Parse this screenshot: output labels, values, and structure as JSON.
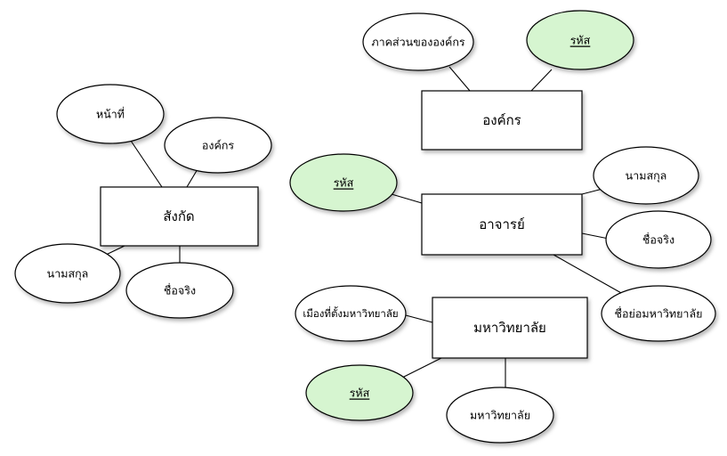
{
  "entities": {
    "sangkat": "สังกัด",
    "ongkorn": "องค์กร",
    "ajarn": "อาจารย์",
    "university": "มหาวิทยาลัย"
  },
  "attributes": {
    "sangkat_duty": "หน้าที่",
    "sangkat_org": "องค์กร",
    "sangkat_lastname": "นามสกุล",
    "sangkat_firstname": "ชื่อจริง",
    "org_dept": "ภาคส่วนขององค์กร",
    "org_id": "รหัส",
    "ajarn_id": "รหัส",
    "ajarn_lastname": "นามสกุล",
    "ajarn_firstname": "ชื่อจริง",
    "ajarn_univ_abbr": "ชื่อย่อมหาวิทยาลัย",
    "univ_city": "เมืองที่ตั้งมหาวิทยาลัย",
    "univ_id": "รหัส",
    "univ_name": "มหาวิทยาลัย"
  },
  "colors": {
    "key_attribute_fill": "#d6f5d0",
    "plain_attribute_fill": "#ffffff",
    "stroke": "#000000"
  }
}
